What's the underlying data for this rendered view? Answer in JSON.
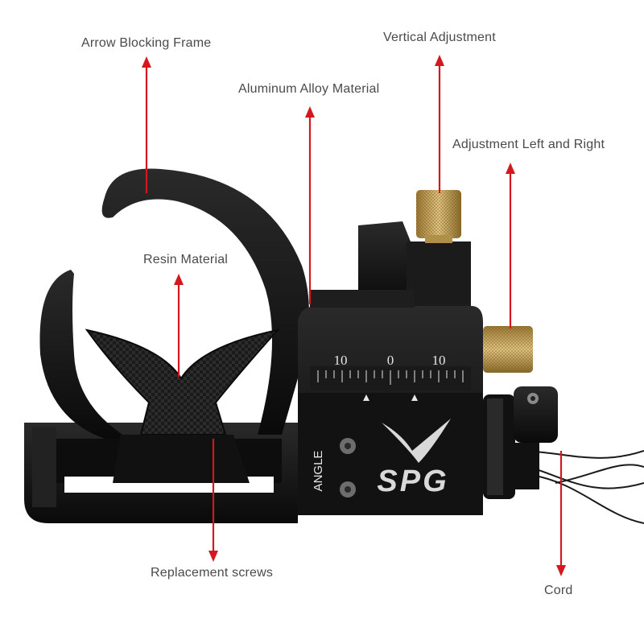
{
  "labels": {
    "arrow_blocking_frame": "Arrow Blocking Frame",
    "vertical_adjustment": "Vertical Adjustment",
    "aluminum_alloy_material": "Aluminum Alloy Material",
    "adjustment_left_right": "Adjustment Left and Right",
    "resin_material": "Resin Material",
    "replacement_screws": "Replacement screws",
    "cord": "Cord"
  },
  "product": {
    "brand": "SPG",
    "angle_label": "ANGLE",
    "scale_left": "10",
    "scale_center": "0",
    "scale_right": "10"
  },
  "colors": {
    "annotation_arrow": "#d4181f",
    "body": "#141414",
    "knob": "#c8a45a",
    "label_text": "#4a4a4a"
  }
}
